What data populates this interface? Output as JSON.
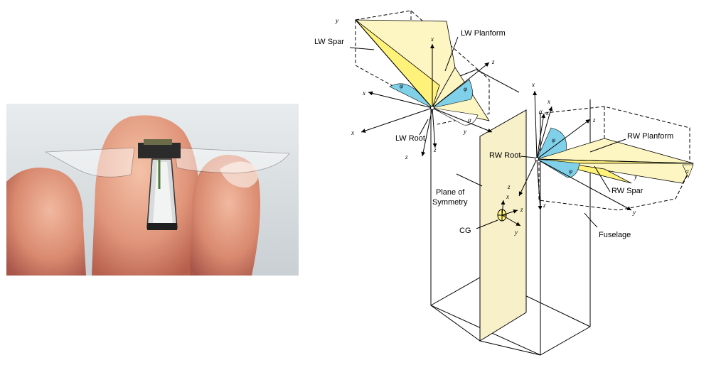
{
  "photo": {
    "subject": "robotic insect on fingertip"
  },
  "diagram": {
    "labels": {
      "lw_spar": "LW Spar",
      "lw_planform": "LW Planform",
      "lw_root": "LW Root",
      "rw_root": "RW Root",
      "rw_planform": "RW Planform",
      "rw_spar": "RW Spar",
      "plane_of_symmetry_1": "Plane of",
      "plane_of_symmetry_2": "Symmetry",
      "cg": "CG",
      "fuselage": "Fuselage"
    },
    "axes": {
      "y_lws_lwpu": "y",
      "x_lwr": "x",
      "z_lwr": "z",
      "x_lwpu": "x",
      "x_lws": "x",
      "y_lwr": "y",
      "z_lws": "z",
      "z_lwpu": "z",
      "x_rwr": "x",
      "x_rwpu": "x",
      "x_rws": "x",
      "z_rwr": "z",
      "y_rws_rwpu": "y",
      "y_rwr": "y",
      "z_rwpu": "z",
      "z_rws": "z",
      "x_b_xi": "x",
      "z_b_zi": "z",
      "y_b_yi": "y"
    },
    "angles": {
      "phi_lw": "φ",
      "phi_lws": "φ",
      "alpha_left": "α",
      "alpha_mid": "α",
      "phi_rws": "φ",
      "phi_rw": "φ",
      "alpha_right": "α"
    },
    "colors": {
      "planform": "#fff27a",
      "planform_light": "#fdf6c3",
      "angle": "#7fd0e8",
      "symmetry": "#f7f0c8"
    }
  }
}
